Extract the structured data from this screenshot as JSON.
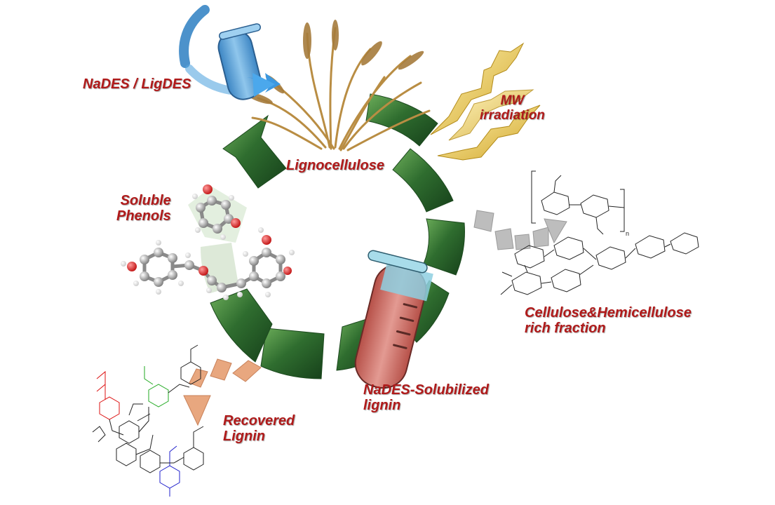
{
  "labels": {
    "nades_ligdes": "NaDES / LigDES",
    "mw_line1": "MW",
    "mw_line2": "irradiation",
    "lignocellulose": "Lignocellulose",
    "soluble_line1": "Soluble",
    "soluble_line2": "Phenols",
    "cellulose_line1": "Cellulose&Hemicellulose",
    "cellulose_line2": "rich fraction",
    "nades_lignin_line1": "NaDES-Solubilized",
    "nades_lignin_line2": "lignin",
    "recovered_line1": "Recovered",
    "recovered_line2": "Lignin"
  },
  "colors": {
    "label_red": "#b01a1a",
    "cycle_green": "#2e6b2e",
    "tube_blue": "#5fa3d6",
    "tube_red": "#cf6f6a",
    "lightning_gold": "#e8c64a",
    "grass_tan": "#b98d43",
    "cellulose_arrow_grey": "#bdbdbd",
    "lignin_arrow_orange": "#e3a07a"
  },
  "icons": [
    "test-tube-icon",
    "grass-icon",
    "lightning-icon",
    "molecule-icon",
    "cycle-arrow-icon"
  ]
}
